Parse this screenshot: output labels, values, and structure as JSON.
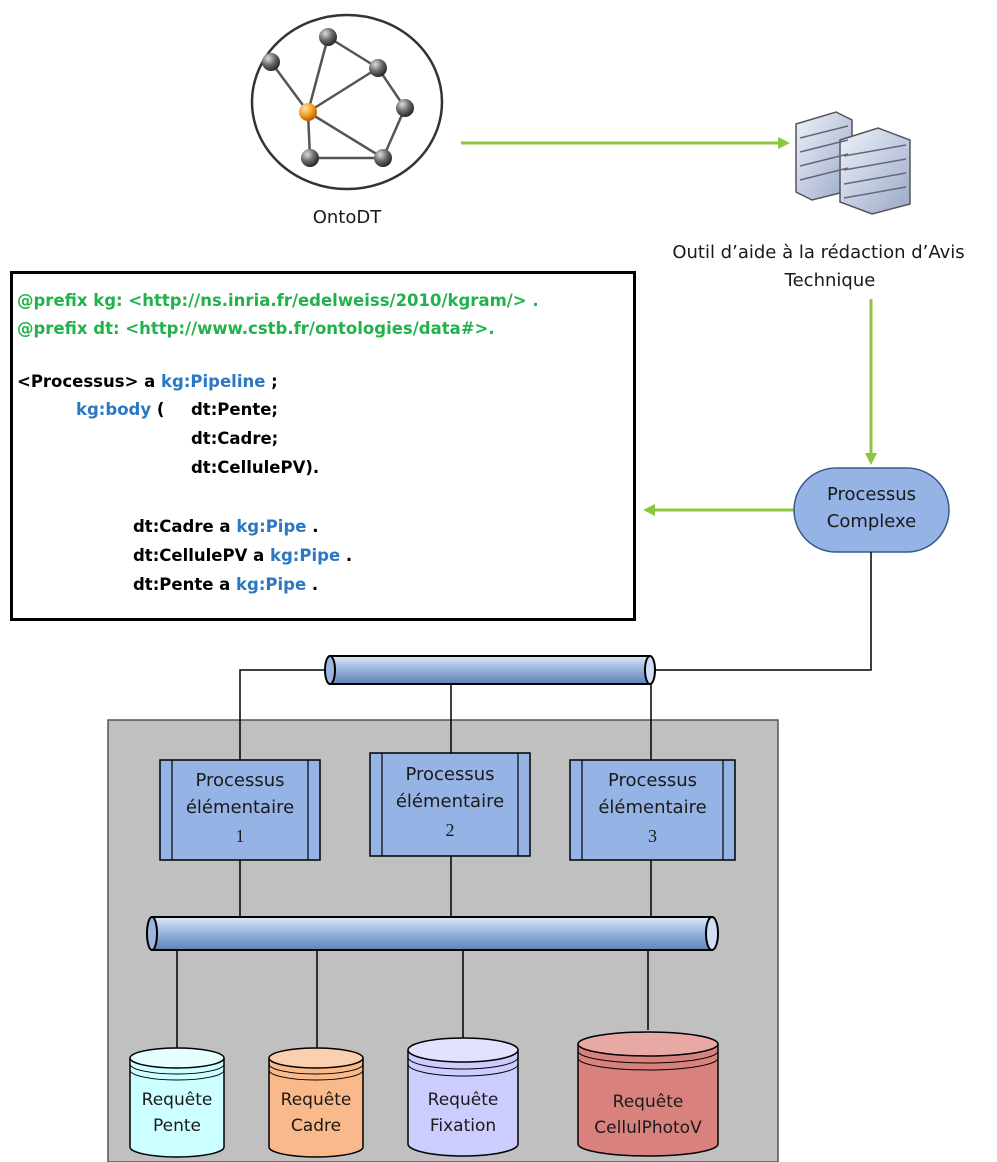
{
  "ontology_label": "OntoDT",
  "tool_label_line1": "Outil d’aide à la rédaction d’Avis",
  "tool_label_line2": "Technique",
  "complex_process": {
    "line1": "Processus",
    "line2": "Complexe"
  },
  "code": {
    "prefix_kg": "@prefix kg: <http://ns.inria.fr/edelweiss/2010/kgram/> .",
    "prefix_dt": "@prefix dt: <http://www.cstb.fr/ontologies/data#>.",
    "processus_subject": "<Processus> a ",
    "pipeline_term": "kg:Pipeline",
    "pipeline_end": " ;",
    "body_term": "kg:body",
    "body_open": " (",
    "item_pente": "dt:Pente;",
    "item_cadre": "dt:Cadre;",
    "item_cellule": "dt:CellulePV).",
    "pipe_term": "kg:Pipe",
    "stmt_end": " .",
    "stmt_cadre": "dt:Cadre a ",
    "stmt_cellule": "dt:CellulePV a ",
    "stmt_pente": "dt:Pente a "
  },
  "elementary_processes": [
    {
      "line1": "Processus",
      "line2": "élémentaire",
      "line3": "1"
    },
    {
      "line1": "Processus",
      "line2": "élémentaire",
      "line3": "2"
    },
    {
      "line1": "Processus",
      "line2": "élémentaire",
      "line3": "3"
    }
  ],
  "queries": [
    {
      "line1": "Requête",
      "line2": "Pente",
      "color": "#ccffff"
    },
    {
      "line1": "Requête",
      "line2": "Cadre",
      "color": "#f9b98b"
    },
    {
      "line1": "Requête",
      "line2": "Fixation",
      "color": "#ccccff"
    },
    {
      "line1": "Requête",
      "line2": "CellulPhotoV",
      "color": "#d9827d"
    }
  ],
  "colors": {
    "arrow_green": "#8cc63f",
    "box_blue": "#95b3e4",
    "panel_gray": "#c0c0c0",
    "orange_node": "#f39a1e"
  }
}
